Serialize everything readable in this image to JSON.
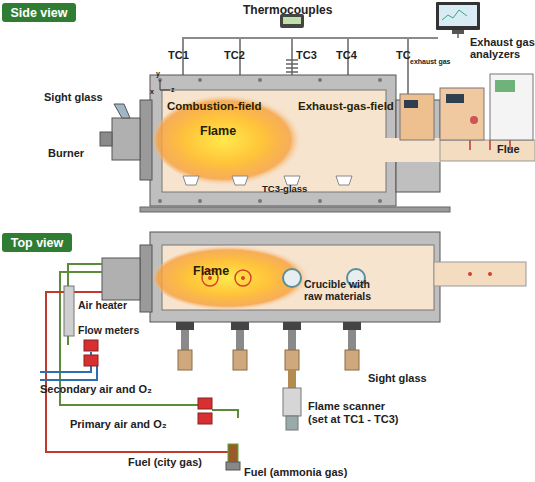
{
  "diagram": {
    "nodes": [
      {
        "text": [
          "Side view"
        ]
      },
      {
        "text": [
          "Top view"
        ]
      }
    ],
    "labels": [
      "Thermocouples",
      "Exhaust gas analyzers",
      "TC1",
      "TC2",
      "TC3",
      "TC4",
      "TC",
      "exhaust gas",
      "Sight glass",
      "Burner",
      "Combustion-field",
      "Flame",
      "Exhaust-gas-field",
      "TC3-glass",
      "Flue",
      "y",
      "x",
      "z",
      "Flame",
      "Crucible with raw materials",
      "Air heater",
      "Flow meters",
      "Secondary air and O₂",
      "Sight glass",
      "Primary air and O₂",
      "Flame scanner",
      "(set at TC1 - TC3)",
      "Fuel (city gas)",
      "Fuel (ammonia gas)"
    ]
  }
}
